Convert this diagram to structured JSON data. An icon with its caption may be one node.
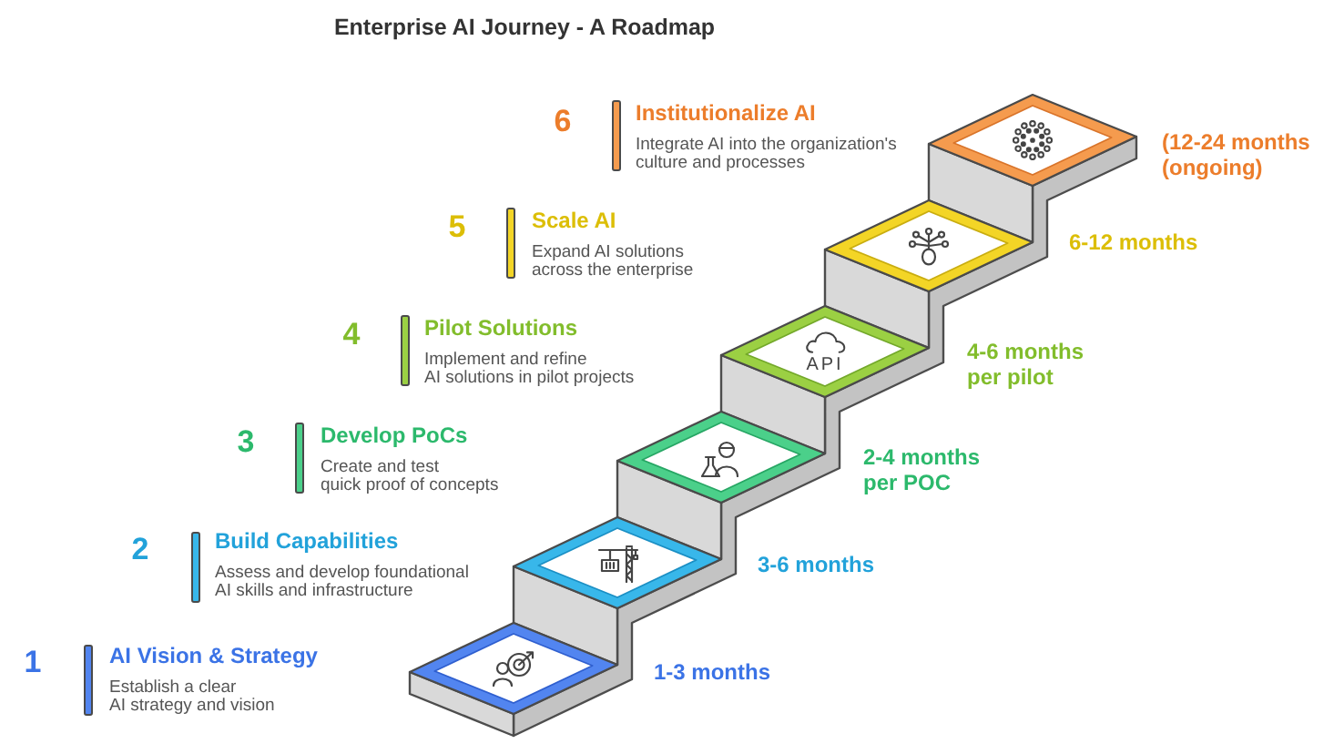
{
  "diagram": {
    "title": "Enterprise AI Journey - A Roadmap",
    "nodes": [
      {
        "text": [],
        "shape": "diamond",
        "beside": [
          "1",
          "AI Vision & Strategy",
          "Establish a clear AI strategy and vision",
          "1-3 months"
        ]
      },
      {
        "text": [],
        "shape": "diamond",
        "beside": [
          "2",
          "Build Capabilities",
          "Assess and develop foundational AI skills and infrastructure",
          "3-6 months"
        ]
      },
      {
        "text": [],
        "shape": "diamond",
        "beside": [
          "3",
          "Develop PoCs",
          "Create and test quick proof of concepts",
          "2-4 months per POC"
        ]
      },
      {
        "text": [
          "API"
        ],
        "beside": [
          "4",
          "Pilot Solutions",
          "Implement and refine AI solutions in pilot projects",
          "4-6 months per pilot"
        ]
      },
      {
        "text": [],
        "shape": "diamond",
        "beside": [
          "5",
          "Scale AI",
          "Expand AI solutions across the enterprise",
          "6-12 months"
        ]
      },
      {
        "text": [],
        "shape": "diamond",
        "beside": [
          "6",
          "Institutionalize AI",
          "Integrate AI into the organization's culture and processes",
          "(12-24 months (ongoing)"
        ]
      }
    ]
  }
}
